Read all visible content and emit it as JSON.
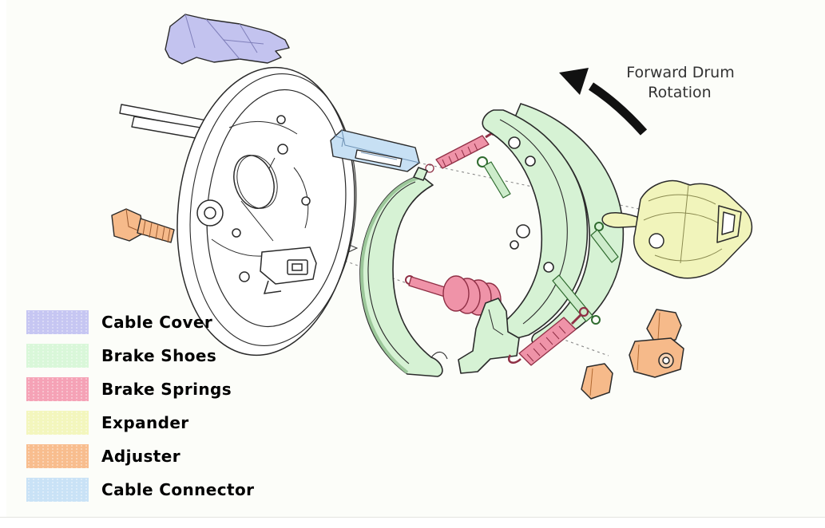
{
  "annotation": {
    "line1": "Forward Drum",
    "line2": "Rotation"
  },
  "legend": {
    "items": [
      {
        "label": "Cable Cover",
        "color": "#c6c6f2"
      },
      {
        "label": "Brake Shoes",
        "color": "#d9f7d9"
      },
      {
        "label": "Brake Springs",
        "color": "#f5a2b6"
      },
      {
        "label": "Expander",
        "color": "#f3f6bd"
      },
      {
        "label": "Adjuster",
        "color": "#f8bd8e"
      },
      {
        "label": "Cable Connector",
        "color": "#c9e2f6"
      }
    ]
  },
  "colors": {
    "background": "#fcfdf9",
    "line_art": "#2a2a2a",
    "arrow": "#111111"
  }
}
